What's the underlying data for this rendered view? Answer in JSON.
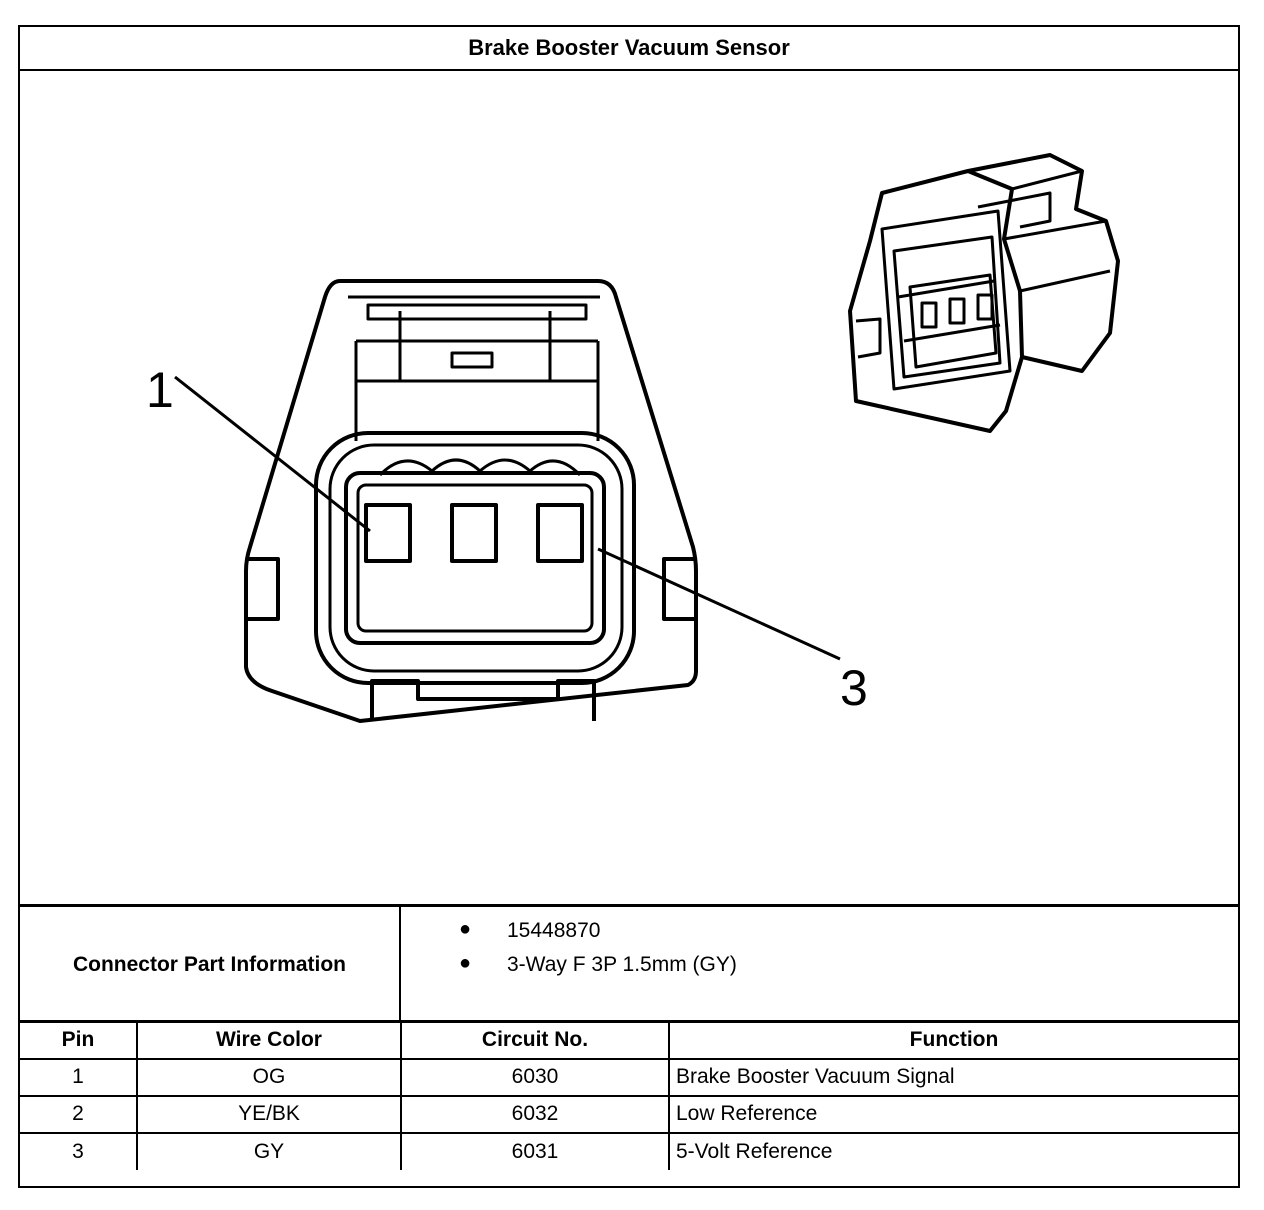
{
  "title": "Brake Booster Vacuum Sensor",
  "diagram": {
    "pin_labels": [
      "1",
      "3"
    ]
  },
  "connector_info": {
    "label": "Connector Part Information",
    "items": [
      "15448870",
      "3-Way F 3P 1.5mm (GY)"
    ]
  },
  "table": {
    "headers": [
      "Pin",
      "Wire Color",
      "Circuit No.",
      "Function"
    ],
    "rows": [
      [
        "1",
        "OG",
        "6030",
        "Brake Booster Vacuum Signal"
      ],
      [
        "2",
        "YE/BK",
        "6032",
        "Low Reference"
      ],
      [
        "3",
        "GY",
        "6031",
        "5-Volt Reference"
      ]
    ]
  }
}
